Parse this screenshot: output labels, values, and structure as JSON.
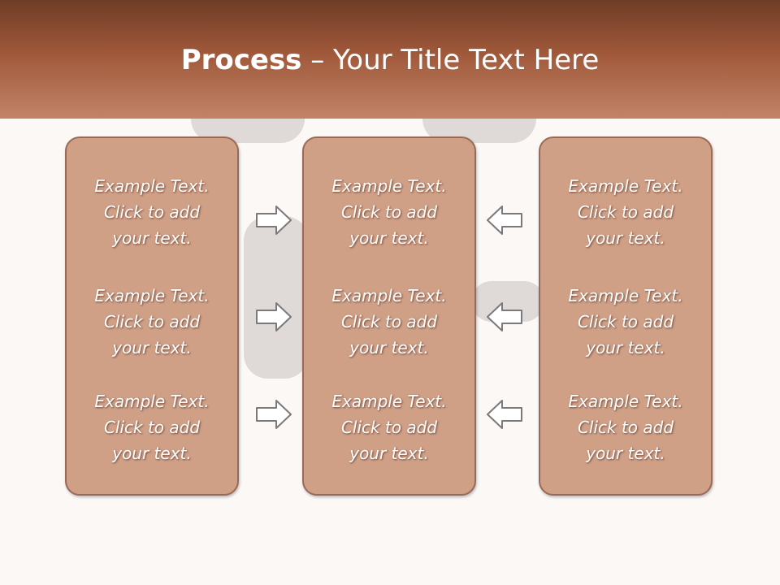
{
  "title": {
    "bold": "Process",
    "rest": " – Your Title Text Here"
  },
  "columns": [
    {
      "items": [
        {
          "line1": "Example Text.",
          "line2": "Click  to add",
          "line3": "your text."
        },
        {
          "line1": "Example Text.",
          "line2": "Click  to add",
          "line3": "your text."
        },
        {
          "line1": "Example Text.",
          "line2": "Click  to add",
          "line3": "your text."
        }
      ]
    },
    {
      "items": [
        {
          "line1": "Example Text.",
          "line2": "Click  to add",
          "line3": "your text."
        },
        {
          "line1": "Example Text.",
          "line2": "Click  to add",
          "line3": "your text."
        },
        {
          "line1": "Example Text.",
          "line2": "Click  to add",
          "line3": "your text."
        }
      ]
    },
    {
      "items": [
        {
          "line1": "Example Text.",
          "line2": "Click  to add",
          "line3": "your text."
        },
        {
          "line1": "Example Text.",
          "line2": "Click  to add",
          "line3": "your text."
        },
        {
          "line1": "Example Text.",
          "line2": "Click  to add",
          "line3": "your text."
        }
      ]
    }
  ],
  "arrows": {
    "left_group": "arrow-right-icon",
    "right_group": "arrow-left-icon"
  },
  "colors": {
    "header_dark": "#6e3d26",
    "header_light": "#c28468",
    "panel_fill": "#cf9f86",
    "panel_border": "#9a6a58"
  }
}
